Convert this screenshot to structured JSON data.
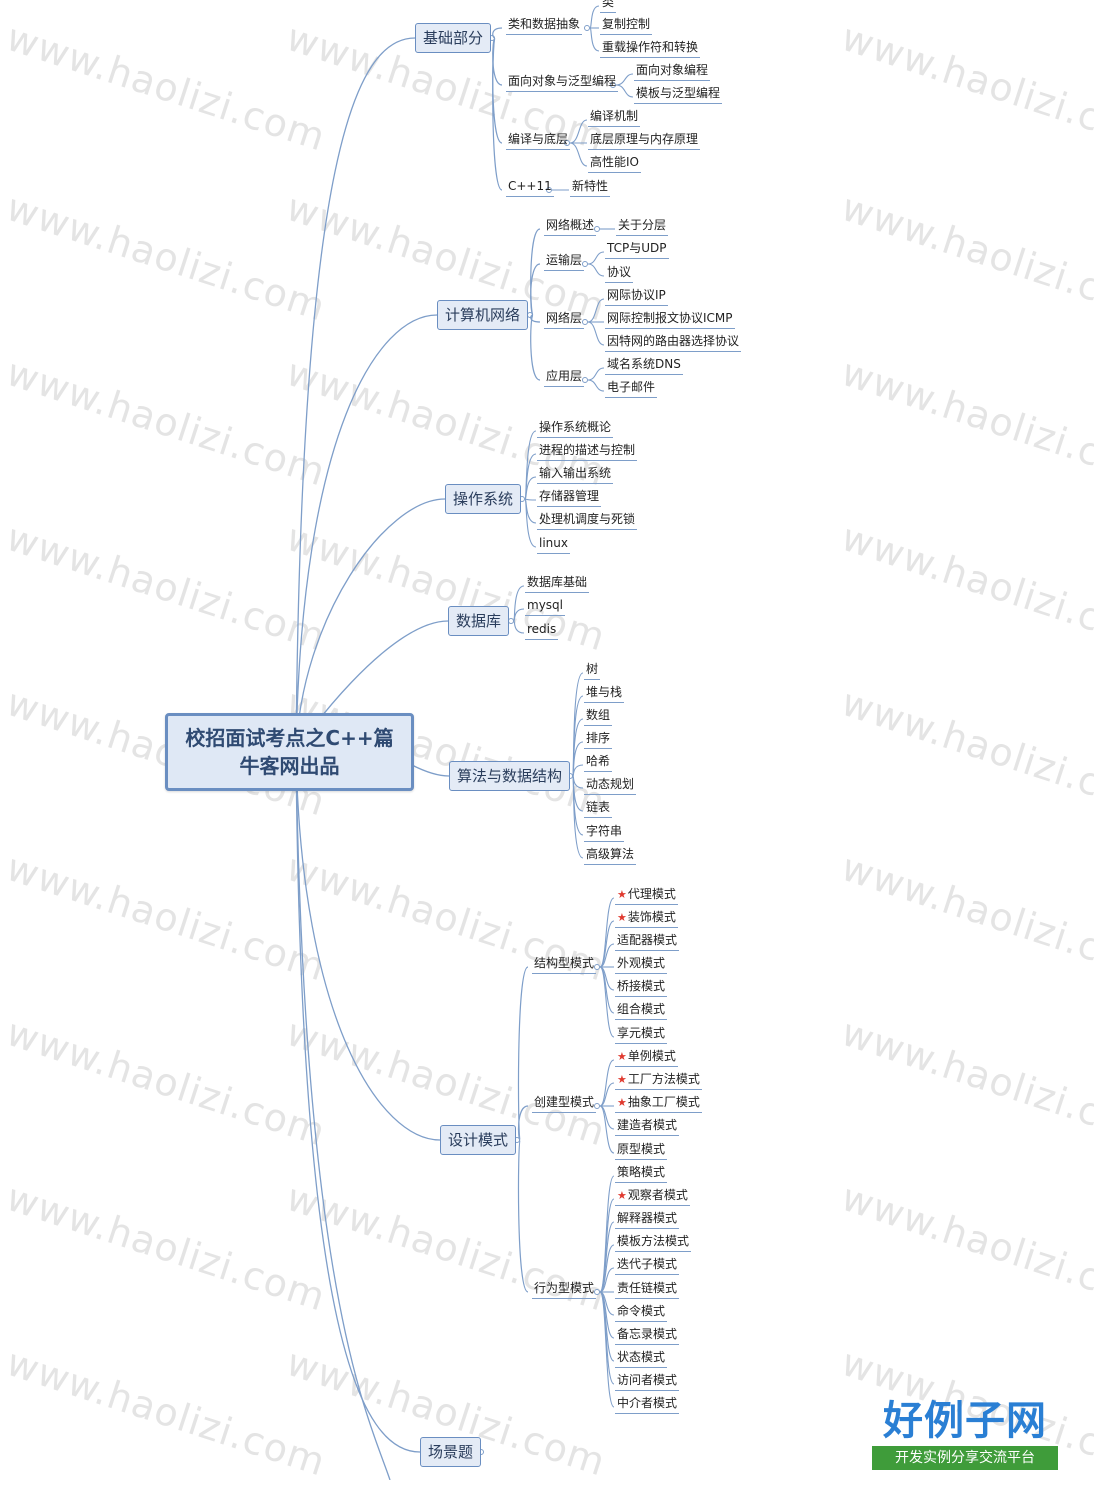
{
  "watermark": "www.haolizi.com",
  "root": {
    "line1": "校招面试考点之C++篇",
    "line2": "牛客网出品"
  },
  "branches": {
    "basics": {
      "label": "基础部分",
      "sub": [
        {
          "label": "类和数据抽象",
          "items": [
            "类",
            "复制控制",
            "重载操作符和转换"
          ]
        },
        {
          "label": "面向对象与泛型编程",
          "items": [
            "面向对象编程",
            "模板与泛型编程"
          ]
        },
        {
          "label": "编译与底层",
          "items": [
            "编译机制",
            "底层原理与内存原理",
            "高性能IO"
          ]
        },
        {
          "label": "C++11",
          "items": [
            "新特性"
          ]
        }
      ]
    },
    "network": {
      "label": "计算机网络",
      "sub": [
        {
          "label": "网络概述",
          "items": [
            "关于分层"
          ]
        },
        {
          "label": "运输层",
          "items": [
            "TCP与UDP",
            "协议"
          ]
        },
        {
          "label": "网络层",
          "items": [
            "网际协议IP",
            "网际控制报文协议ICMP",
            "因特网的路由器选择协议"
          ]
        },
        {
          "label": "应用层",
          "items": [
            "域名系统DNS",
            "电子邮件"
          ]
        }
      ]
    },
    "os": {
      "label": "操作系统",
      "items": [
        "操作系统概论",
        "进程的描述与控制",
        "输入输出系统",
        "存储器管理",
        "处理机调度与死锁",
        "linux"
      ]
    },
    "db": {
      "label": "数据库",
      "items": [
        "数据库基础",
        "mysql",
        "redis"
      ]
    },
    "algo": {
      "label": "算法与数据结构",
      "items": [
        "树",
        "堆与栈",
        "数组",
        "排序",
        "哈希",
        "动态规划",
        "链表",
        "字符串",
        "高级算法"
      ]
    },
    "design": {
      "label": "设计模式",
      "sub": [
        {
          "label": "结构型模式",
          "items": [
            {
              "text": "代理模式",
              "star": true
            },
            {
              "text": "装饰模式",
              "star": true
            },
            {
              "text": "适配器模式"
            },
            {
              "text": "外观模式"
            },
            {
              "text": "桥接模式"
            },
            {
              "text": "组合模式"
            },
            {
              "text": "享元模式"
            }
          ]
        },
        {
          "label": "创建型模式",
          "items": [
            {
              "text": "单例模式",
              "star": true
            },
            {
              "text": "工厂方法模式",
              "star": true
            },
            {
              "text": "抽象工厂模式",
              "star": true
            },
            {
              "text": "建造者模式"
            },
            {
              "text": "原型模式"
            }
          ]
        },
        {
          "label": "行为型模式",
          "items": [
            {
              "text": "策略模式"
            },
            {
              "text": "观察者模式",
              "star": true
            },
            {
              "text": "解释器模式"
            },
            {
              "text": "模板方法模式"
            },
            {
              "text": "迭代子模式"
            },
            {
              "text": "责任链模式"
            },
            {
              "text": "命令模式"
            },
            {
              "text": "备忘录模式"
            },
            {
              "text": "状态模式"
            },
            {
              "text": "访问者模式"
            },
            {
              "text": "中介者模式"
            }
          ]
        }
      ]
    },
    "scenario": {
      "label": "场景题"
    }
  },
  "colors": {
    "line": "#7e9ec9",
    "node_border": "#6a8ec1",
    "node_fill": "#e4ebf6",
    "star": "#e03a2f",
    "logo_blue": "#2a7fd4",
    "logo_green": "#3f9c3a"
  },
  "logo": {
    "title": "好例子网",
    "subtitle": "开发实例分享交流平台"
  }
}
